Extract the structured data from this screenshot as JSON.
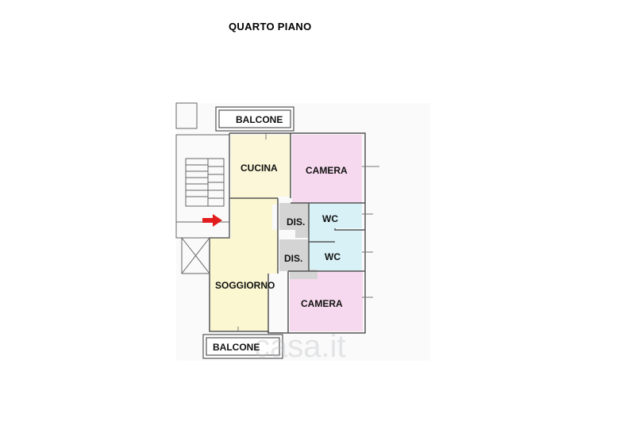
{
  "title": "QUARTO PIANO",
  "rooms": {
    "cucina": "CUCINA",
    "camera_top": "CAMERA",
    "camera_bottom": "CAMERA",
    "soggiorno": "SOGGIORNO",
    "wc_top": "WC",
    "wc_bottom": "WC",
    "dis_top": "DIS.",
    "dis_bottom": "DIS."
  },
  "balconies": {
    "top": "BALCONE",
    "bottom": "BALCONE"
  },
  "watermark": "casa.it",
  "colors": {
    "cucina": "#fbf7d8",
    "soggiorno": "#fbf7d0",
    "camera": "#f6d9ee",
    "wc": "#d8f1f6",
    "dis": "#d4d4d4",
    "arrow": "#e11d1d"
  }
}
